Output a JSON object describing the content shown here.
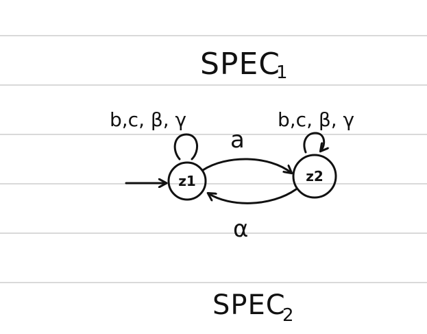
{
  "spec1": {
    "main": "SPEC",
    "sub": "1"
  },
  "spec2": {
    "main": "SPEC",
    "sub": "2"
  },
  "states": [
    {
      "id": "z1",
      "label": "z1",
      "initial": true
    },
    {
      "id": "z2",
      "label": "z2",
      "initial": false
    }
  ],
  "loops": {
    "z1": "b,c, β, γ",
    "z2": "b,c, β, γ"
  },
  "transitions": {
    "top_label": "a",
    "bottom_label": "α"
  },
  "colors": {
    "ink": "#111111",
    "ruling": "#d9d9d9",
    "paper": "#ffffff"
  }
}
